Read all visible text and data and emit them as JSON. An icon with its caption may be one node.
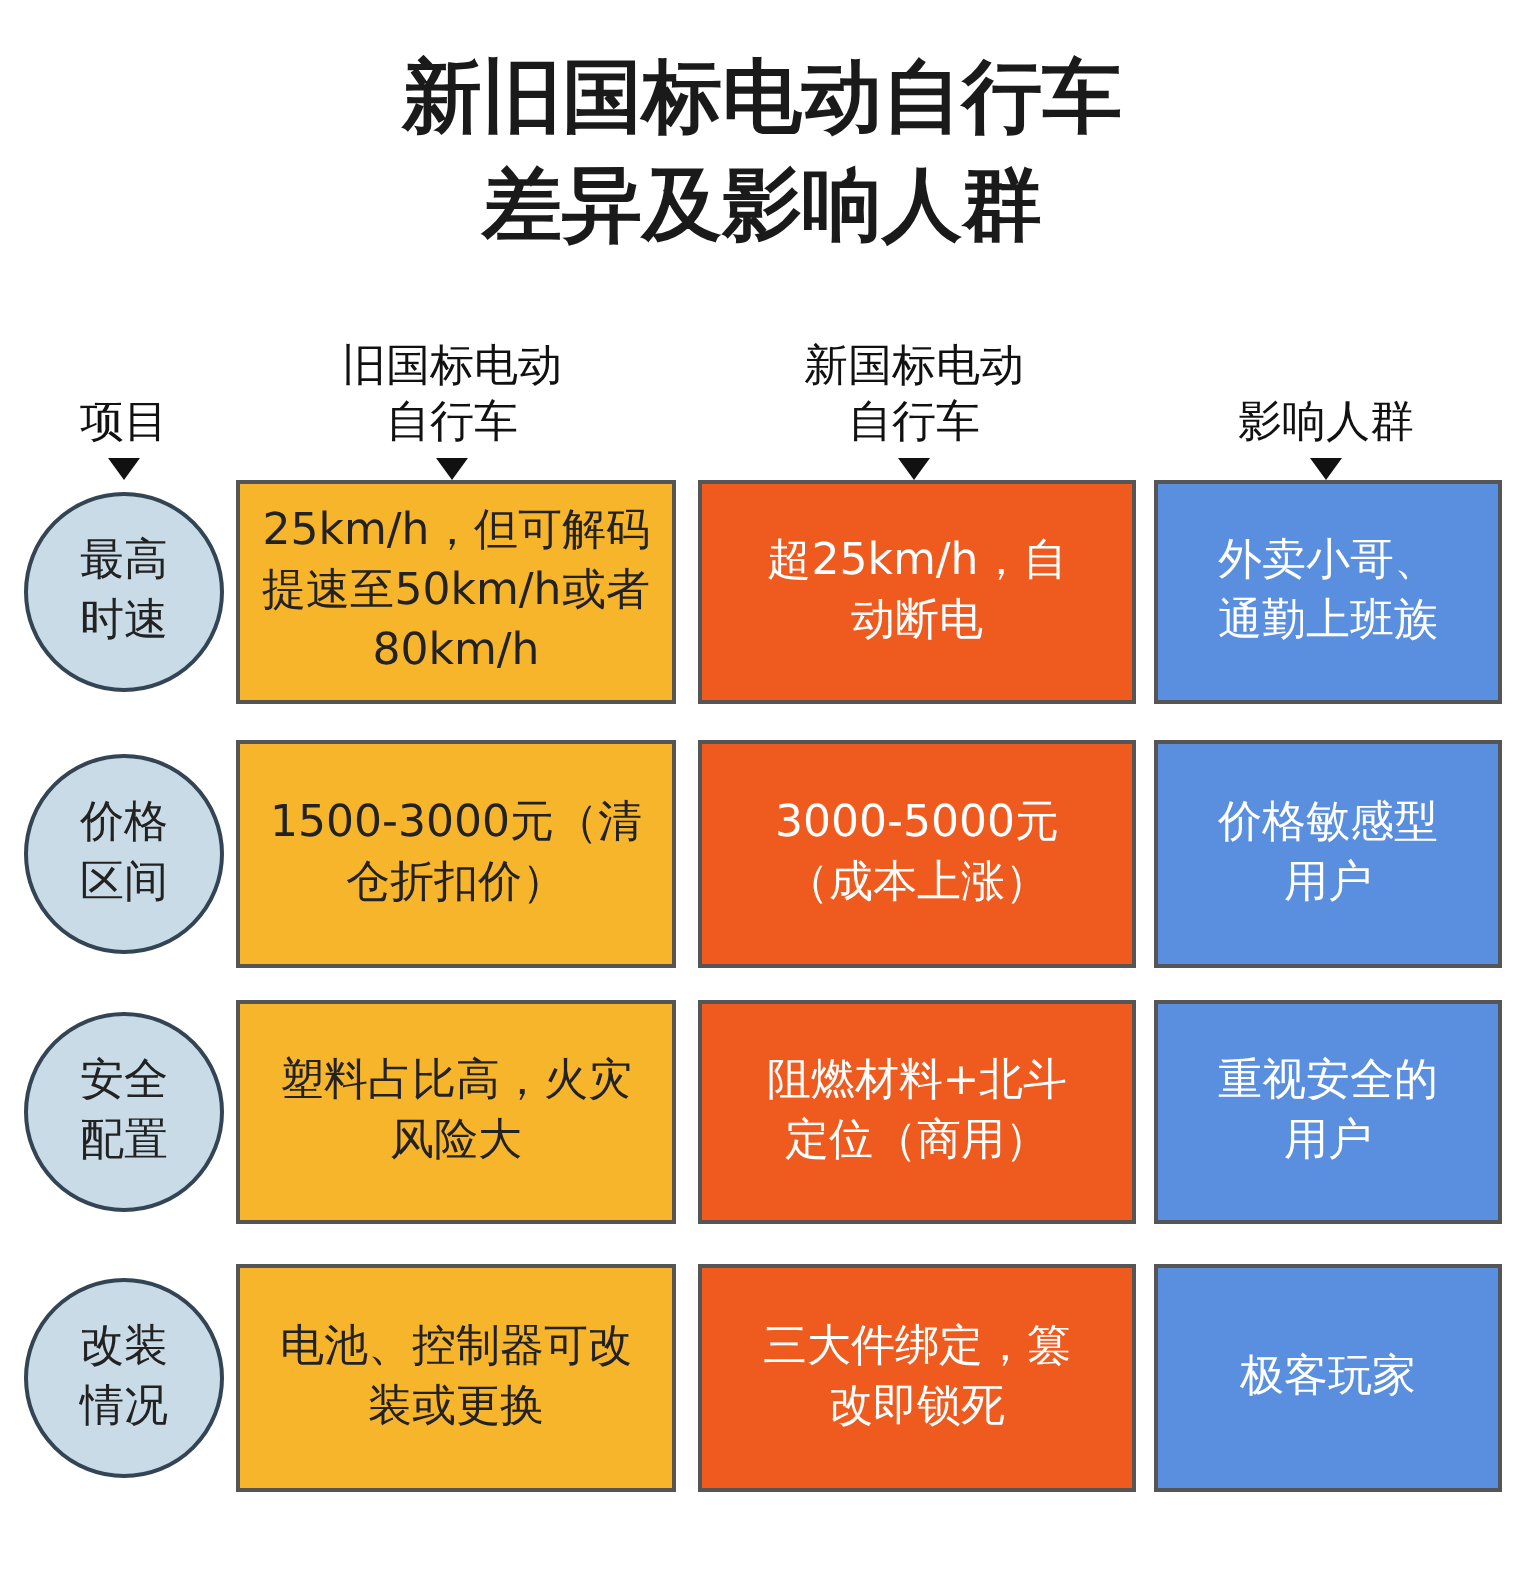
{
  "diagram": {
    "title": "新旧国标电动自行车差异及影响人群",
    "nodes": [
      {
        "text": [
          "最高时速"
        ]
      },
      {
        "text": [
          "25km/h，但可解码提速至50km/h或者80km/h"
        ]
      },
      {
        "text": [
          "超25km/h，自动断电"
        ]
      },
      {
        "text": [
          "外卖小哥、通勤上班族"
        ]
      },
      {
        "text": [
          "价格区间"
        ]
      },
      {
        "text": [
          "1500-3000元（清仓折扣价）"
        ]
      },
      {
        "text": [
          "3000-5000元（成本上涨）"
        ]
      },
      {
        "text": [
          "价格敏感型用户"
        ]
      },
      {
        "text": [
          "安全配置"
        ]
      },
      {
        "text": [
          "塑料占比高，火灾风险大"
        ]
      },
      {
        "text": [
          "阻燃材料+北斗定位（商用）"
        ]
      },
      {
        "text": [
          "重视安全的用户"
        ]
      },
      {
        "text": [
          "改装情况"
        ]
      },
      {
        "text": [
          "电池、控制器可改装或更换"
        ]
      },
      {
        "text": [
          "三大件绑定，篡改即锁死"
        ]
      },
      {
        "text": [
          "极客玩家"
        ]
      }
    ],
    "labels": [
      "项目",
      "旧国标电动自行车",
      "新国标电动自行车",
      "影响人群"
    ]
  }
}
